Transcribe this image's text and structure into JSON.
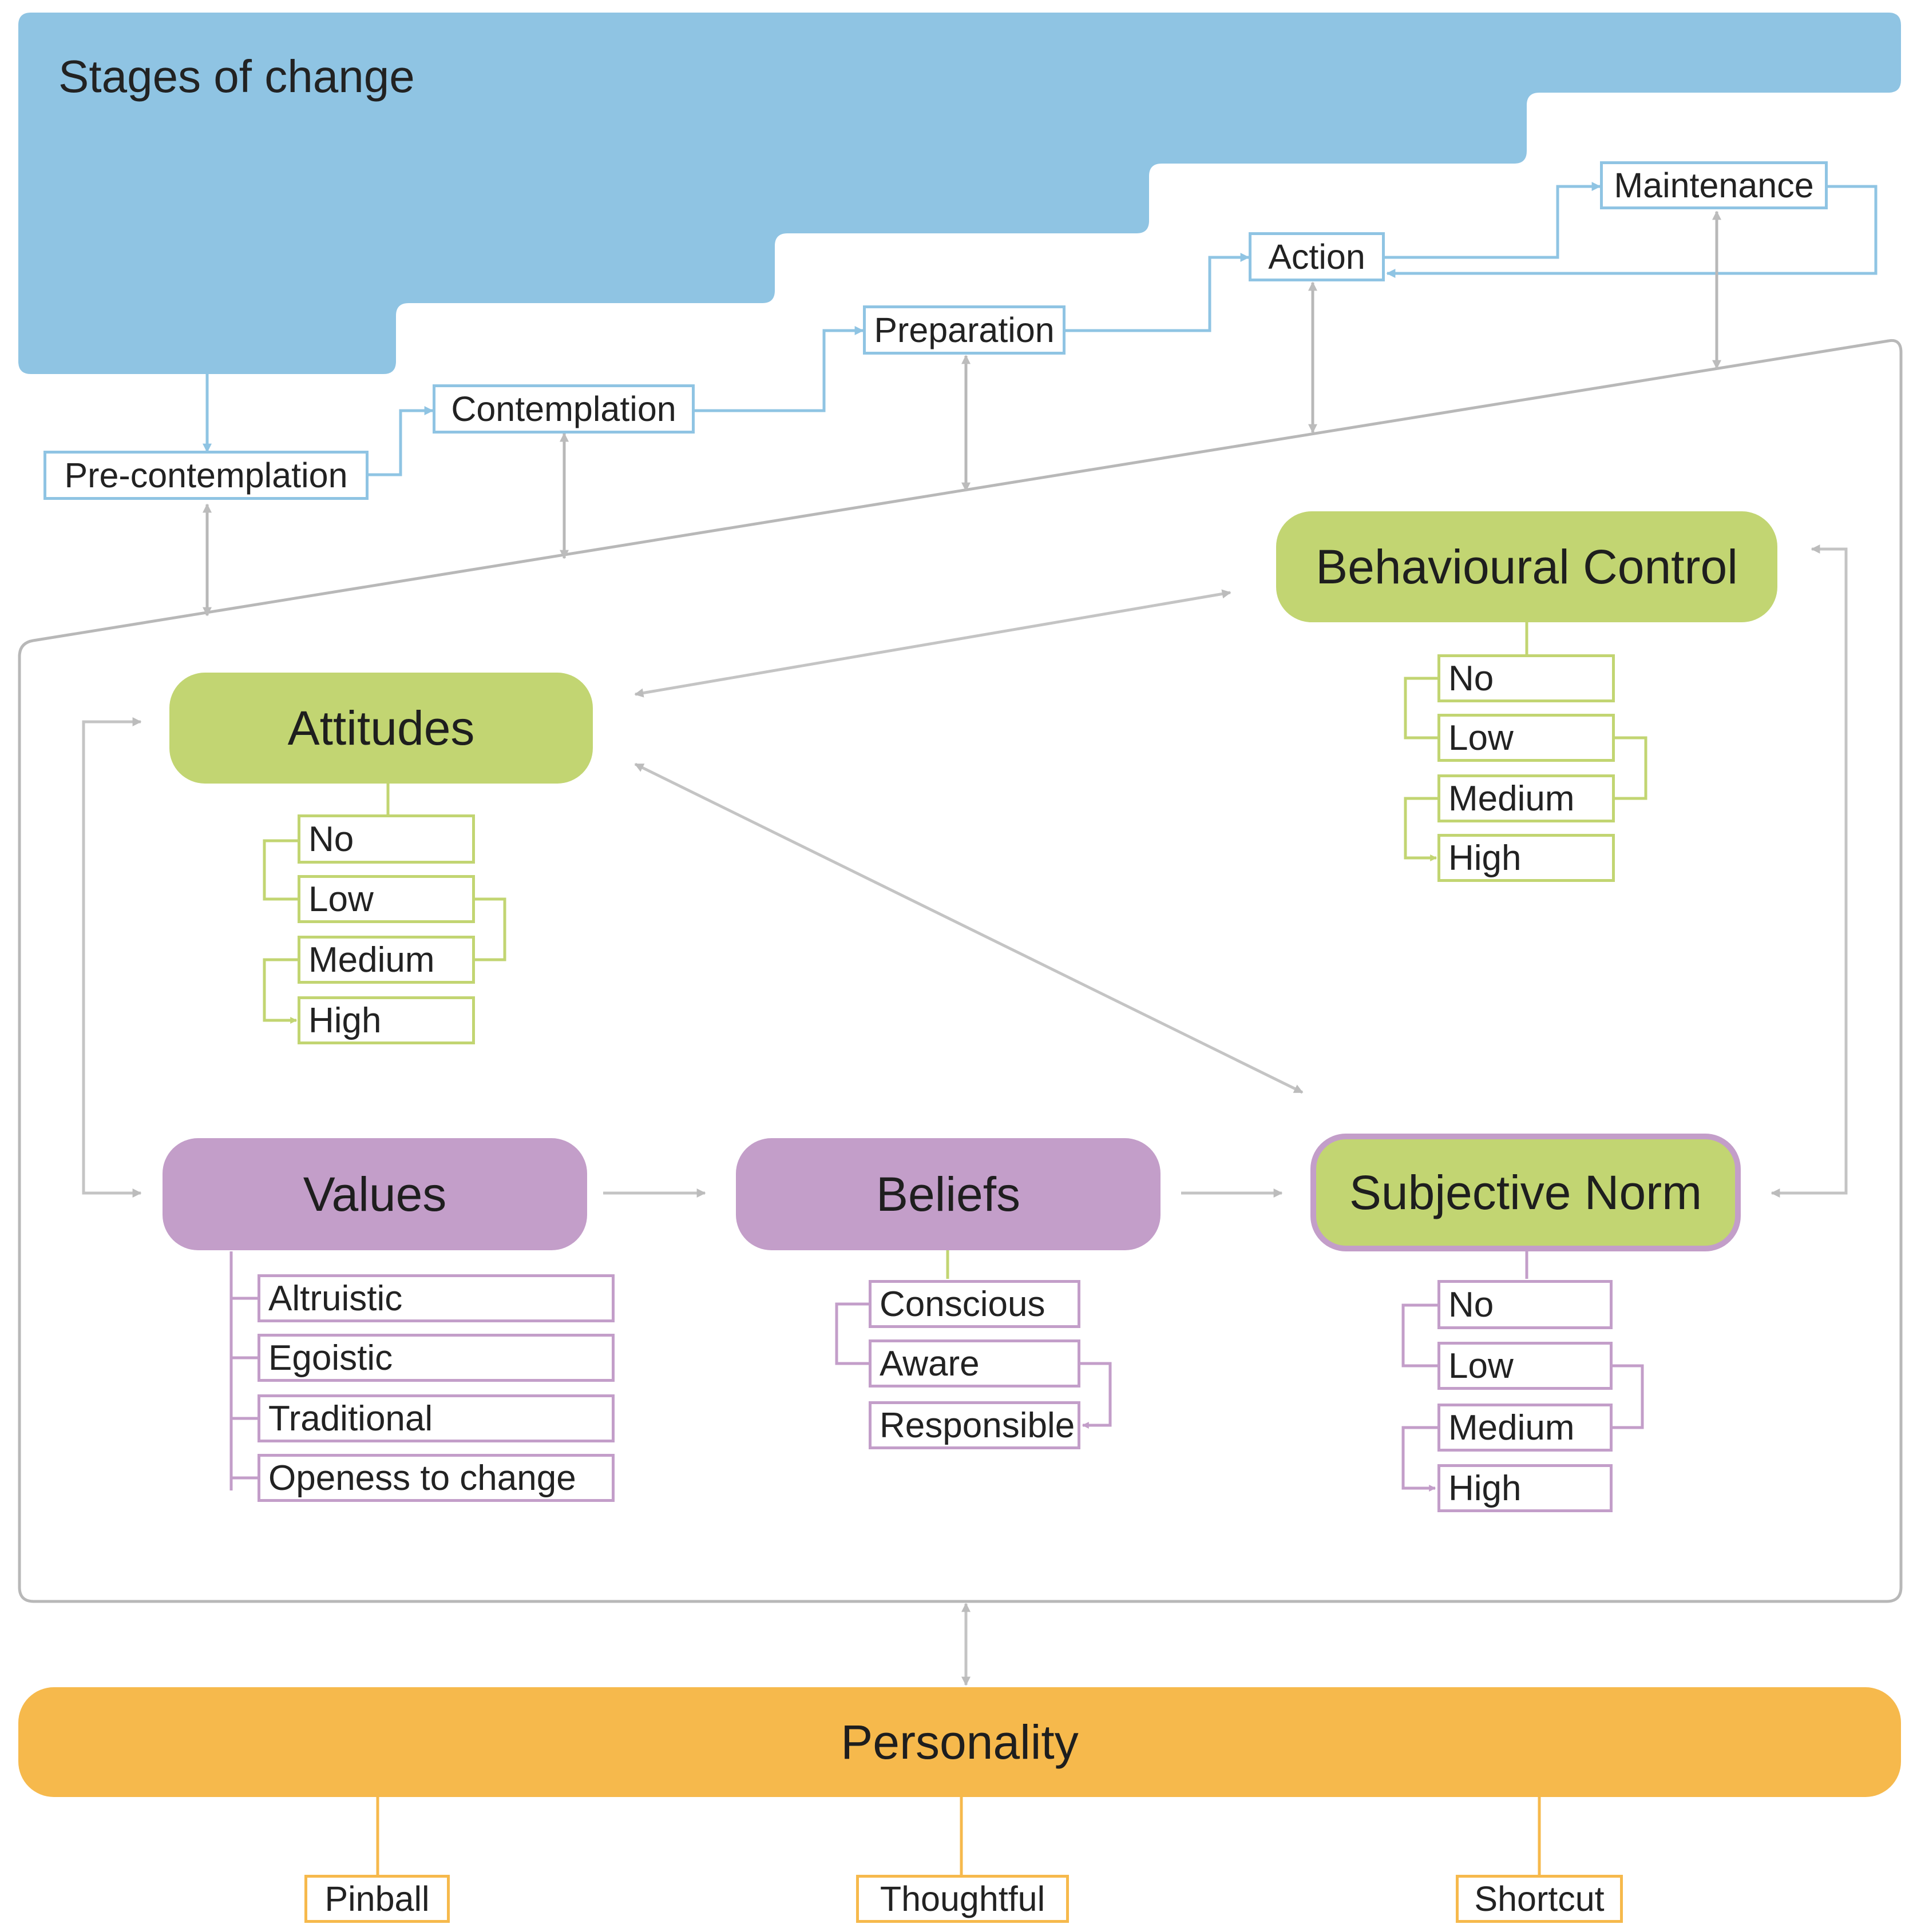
{
  "stages": {
    "title": "Stages of change",
    "items": [
      "Pre-contemplation",
      "Contemplation",
      "Preparation",
      "Action",
      "Maintenance"
    ]
  },
  "constructs": {
    "attitudes": "Attitudes",
    "behavioural_control": "Behavioural Control",
    "values": "Values",
    "beliefs": "Beliefs",
    "subjective_norm": "Subjective Norm"
  },
  "levels": [
    "No",
    "Low",
    "Medium",
    "High"
  ],
  "values_types": [
    "Altruistic",
    "Egoistic",
    "Traditional",
    "Openess to change"
  ],
  "belief_types": [
    "Conscious",
    "Aware",
    "Responsible"
  ],
  "personality": {
    "label": "Personality",
    "types": [
      "Pinball",
      "Thoughtful",
      "Shortcut"
    ]
  },
  "colors": {
    "stage_blue": "#8fc4e3",
    "construct_green": "#c2d572",
    "construct_purple": "#c39ec9",
    "personality_orange": "#f6b94c",
    "connector_gray": "#b8b8b8"
  }
}
